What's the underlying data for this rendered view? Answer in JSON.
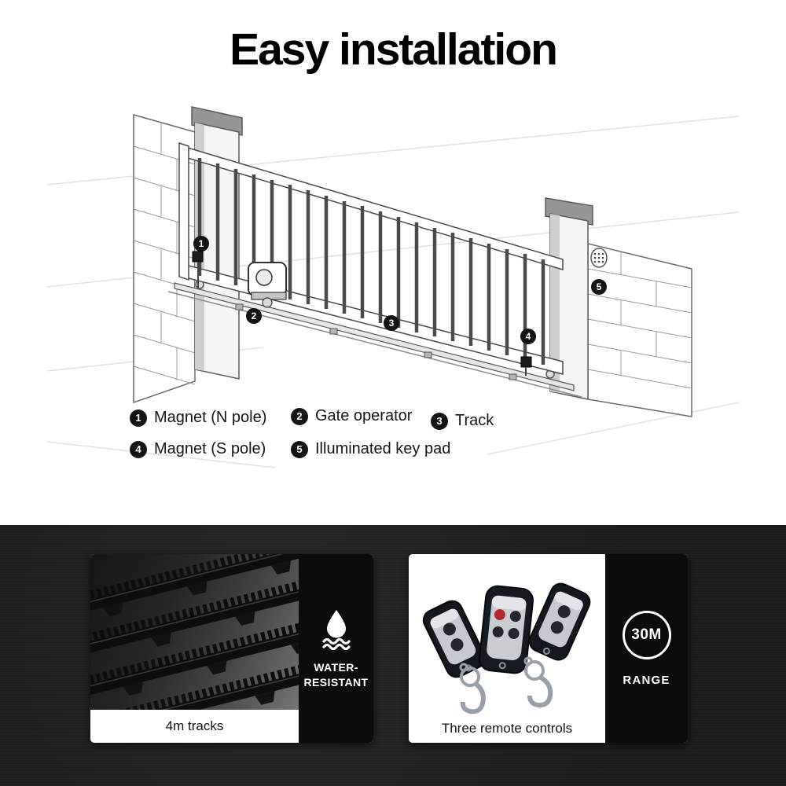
{
  "title": "Easy installation",
  "legend": {
    "items": [
      {
        "num": "1",
        "label": "Magnet (N pole)"
      },
      {
        "num": "2",
        "label": "Gate operator"
      },
      {
        "num": "3",
        "label": "Track"
      },
      {
        "num": "4",
        "label": "Magnet (S pole)"
      },
      {
        "num": "5",
        "label": "Illuminated key pad"
      }
    ]
  },
  "features": {
    "tracks": {
      "caption": "4m tracks",
      "badge_line1": "WATER-",
      "badge_line2": "RESISTANT"
    },
    "remotes": {
      "caption": "Three remote controls",
      "badge_value": "30M",
      "badge_label": "RANGE"
    }
  },
  "colors": {
    "headline": "#000000",
    "callout_bg": "#141414",
    "dark_section_bg": "#1b1b1b",
    "band_bg": "#0c0c0c",
    "remote_button_red": "#b3272d"
  }
}
